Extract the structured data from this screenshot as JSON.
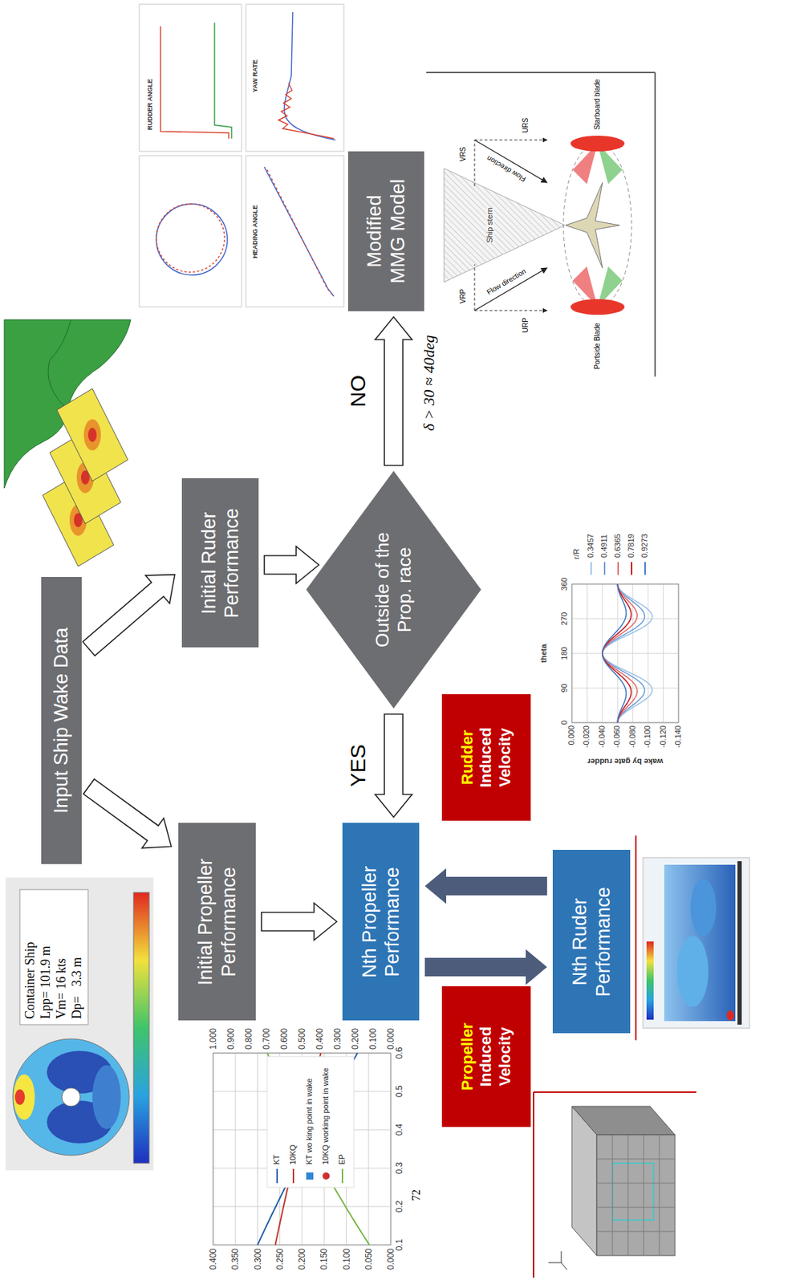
{
  "diagram": {
    "nodes": [
      {
        "text": [
          "Input Ship Wake Data"
        ]
      },
      {
        "text": [
          "Initial Propeller Performance"
        ]
      },
      {
        "text": [
          "Initial Ruder Performance"
        ]
      },
      {
        "text": [
          "Outside of the Prop. race"
        ]
      },
      {
        "text": [
          "Nth Propeller Performance"
        ]
      },
      {
        "text": [
          "Modified MMG Model"
        ]
      },
      {
        "text": [
          "Nth Ruder Performance"
        ]
      },
      {
        "text": [
          "Rudder",
          "Induced Velocity"
        ]
      },
      {
        "text": [
          "Propeller",
          "Induced Velocity"
        ]
      }
    ],
    "edges": [
      {
        "from": 0,
        "to": 1,
        "arrow": "to"
      },
      {
        "from": 0,
        "to": 2,
        "arrow": "to"
      },
      {
        "from": 1,
        "to": 4,
        "arrow": "to"
      },
      {
        "from": 2,
        "to": 3,
        "arrow": "to"
      },
      {
        "from": 3,
        "to": 4,
        "label": "YES",
        "arrow": "to"
      },
      {
        "from": 3,
        "to": 5,
        "label": "NO",
        "arrow": "to"
      },
      {
        "from": 4,
        "to": 6,
        "arrow": "to"
      },
      {
        "from": 6,
        "to": 4,
        "arrow": "to"
      }
    ],
    "labels": [
      "Container Ship",
      "Lpp= 101.9 m",
      "Vm= 16 kts",
      "Dp=   3.3 m",
      "RUDDER ANGLE",
      "YAW RATE",
      "HEADING ANGLE",
      "δ > 30 ≈ 40deg",
      "0.400",
      "0.350",
      "0.300",
      "0.250",
      "0.200",
      "0.150",
      "0.100",
      "0.050",
      "0.000",
      "1.000",
      "0.900",
      "0.800",
      "0.700",
      "0.600",
      "0.500",
      "0.400",
      "0.300",
      "0.200",
      "0.100",
      "0.000",
      "0.1",
      "0.2",
      "0.3",
      "0.4",
      "0.5",
      "0.6",
      "72",
      "theta",
      "0",
      "90",
      "180",
      "270",
      "360",
      "0.000",
      "-0.020",
      "-0.040",
      "-0.060",
      "-0.080",
      "-0.100",
      "-0.120",
      "-0.140",
      "wake by gate rudder",
      "r/R",
      "0.3457",
      "0.4911",
      "0.6365",
      "0.7819",
      "0.9273",
      "Ship stern",
      "VRS",
      "URS",
      "Flow direction",
      "Starboard blade",
      "VRP",
      "URP",
      "Flow direction",
      "Portside Blade"
    ],
    "legend": [
      {
        "text": "KT"
      },
      {
        "text": "10KQ"
      },
      {
        "text": "KT wo king point in wake"
      },
      {
        "text": "10KQ working point in wake"
      },
      {
        "text": "EP"
      }
    ]
  }
}
